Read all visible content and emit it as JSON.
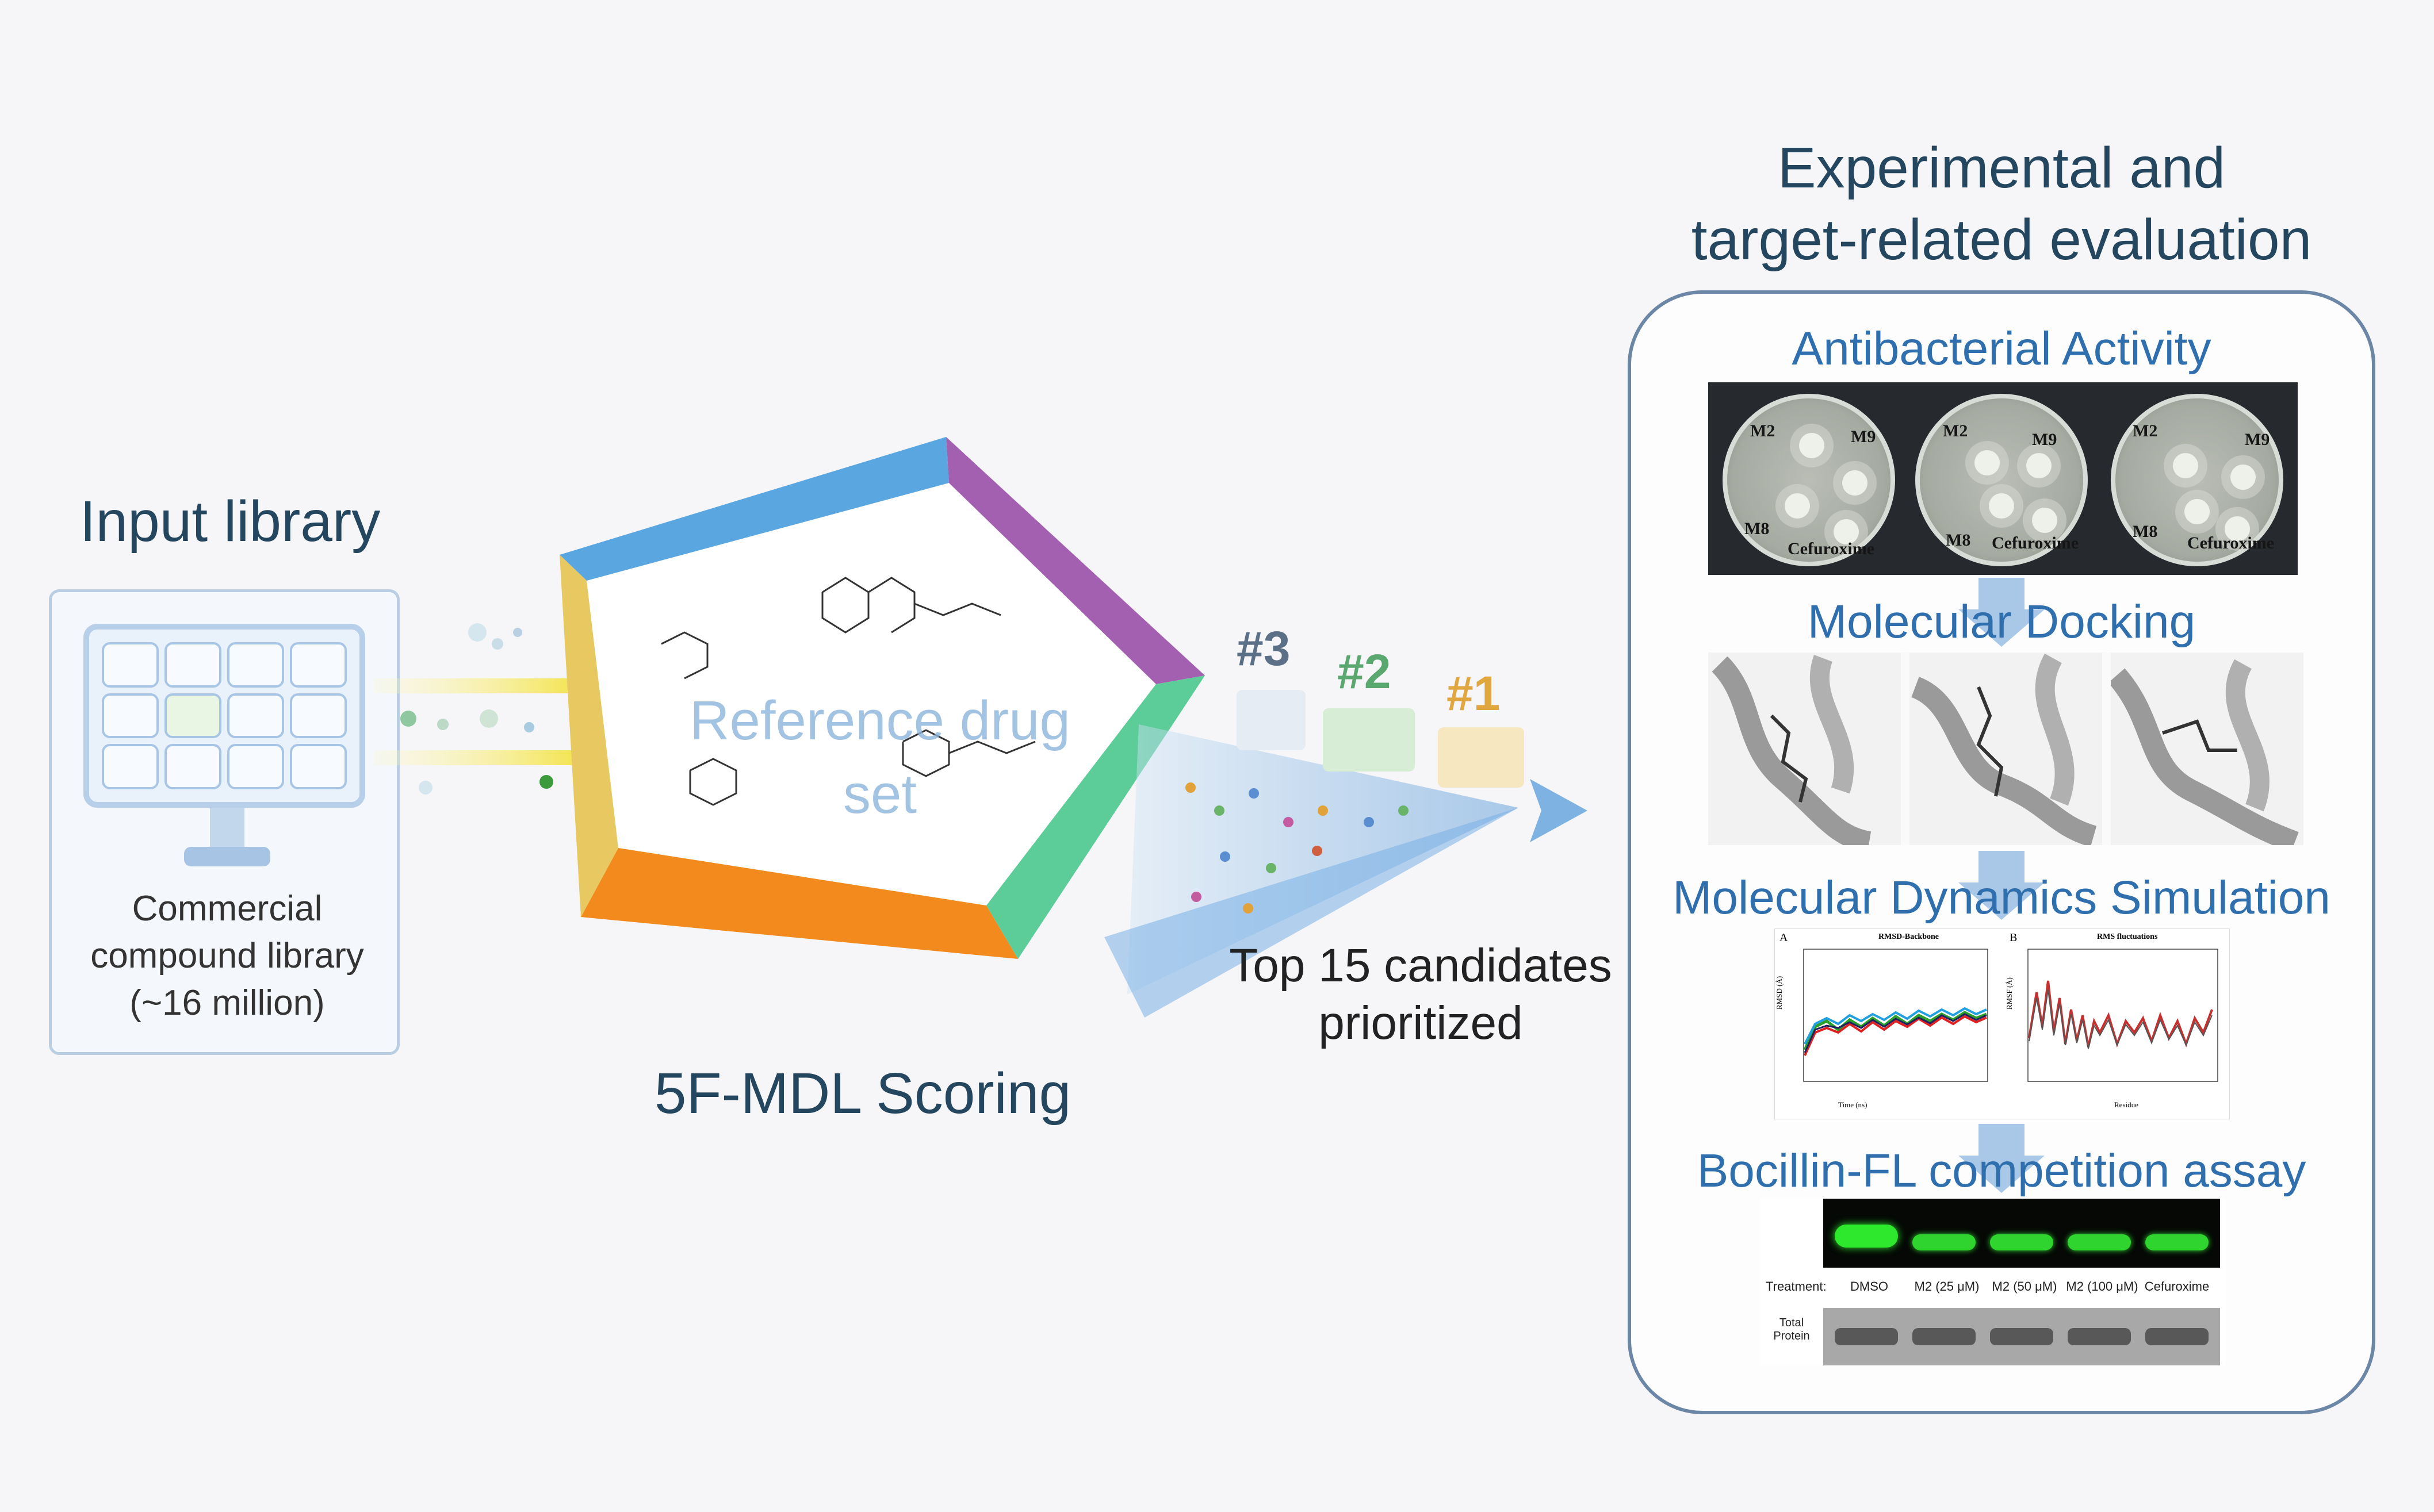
{
  "input_library": {
    "title": "Input library",
    "caption_lines": [
      "Commercial",
      "compound library",
      "(~16 million)"
    ]
  },
  "scoring": {
    "reference_label_lines": [
      "Reference drug",
      "set"
    ],
    "label": "5F-MDL Scoring",
    "ranks": [
      "#3",
      "#2",
      "#1"
    ],
    "candidates_lines": [
      "Top 15 candidates",
      "prioritized"
    ]
  },
  "evaluation": {
    "title_lines": [
      "Experimental and",
      "target-related evaluation"
    ],
    "sections": {
      "antibacterial": "Antibacterial Activity",
      "docking": "Molecular Docking",
      "md": "Molecular Dynamics Simulation",
      "bocillin": "Bocillin-FL competition assay"
    },
    "plate_labels": {
      "m2": "M2",
      "m9": "M9",
      "m8": "M8",
      "ref": "Cefuroxime"
    },
    "md_panel": {
      "a_label": "A",
      "a_title": "RMSD-Backbone",
      "a_xlabel": "Time (ns)",
      "a_ylabel": "RMSD (Å)",
      "b_label": "B",
      "b_title": "RMS fluctuations",
      "b_xlabel": "Residue",
      "b_ylabel": "RMSF (Å)"
    },
    "gel": {
      "treatment_label": "Treatment:",
      "lanes": [
        "DMSO",
        "M2 (25 μM)",
        "M2 (50 μM)",
        "M2 (100 μM)",
        "Cefuroxime"
      ],
      "total_protein_lines": [
        "Total",
        "Protein"
      ]
    }
  },
  "colors": {
    "title_text": "#24465e",
    "section_text": "#2f6fae",
    "pentagon_blue": "#5aa6e0",
    "pentagon_purple": "#a460b0",
    "pentagon_green": "#5ccc98",
    "pentagon_orange": "#f28a1e",
    "pentagon_yellow": "#e8c860",
    "rank3": "#5b6f86",
    "rank2": "#5aa870",
    "rank1": "#e0a640"
  }
}
